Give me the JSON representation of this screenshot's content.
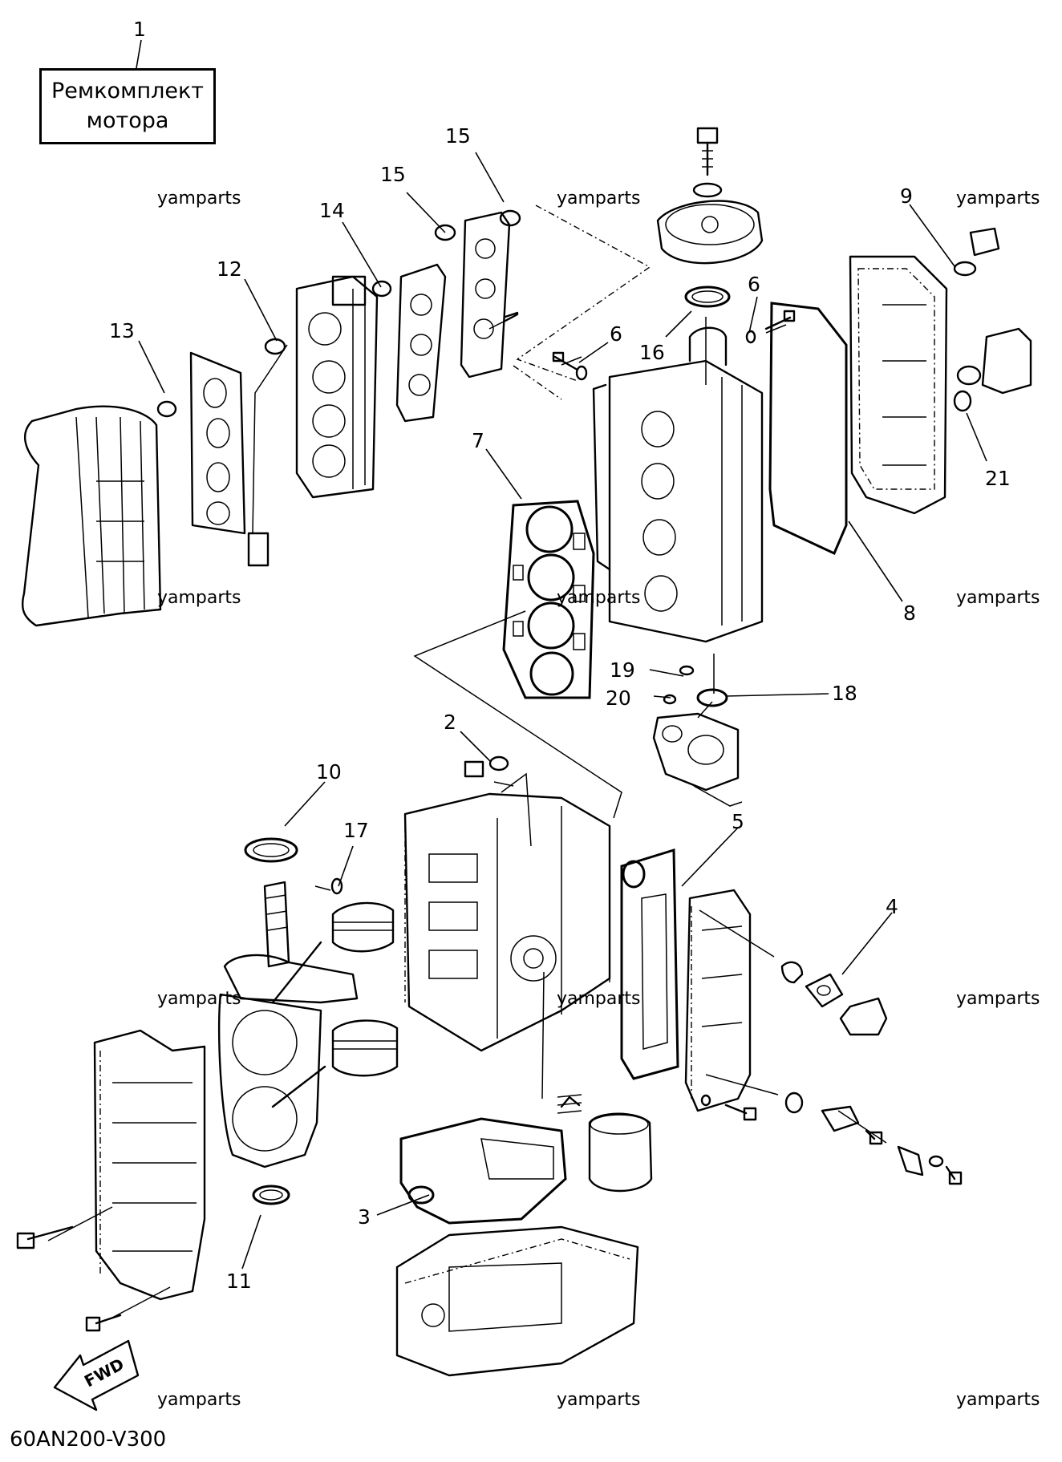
{
  "kit_label": {
    "line1": "Ремкомплект",
    "line2": "мотора"
  },
  "part_code": "60AN200-V300",
  "watermark": "yamparts",
  "fwd_label": "FWD",
  "callouts": [
    "1",
    "2",
    "3",
    "4",
    "5",
    "6",
    "6",
    "7",
    "8",
    "9",
    "10",
    "11",
    "12",
    "13",
    "14",
    "15",
    "15",
    "16",
    "17",
    "18",
    "19",
    "20",
    "21"
  ],
  "icons": [
    "fwd-arrow-icon"
  ]
}
